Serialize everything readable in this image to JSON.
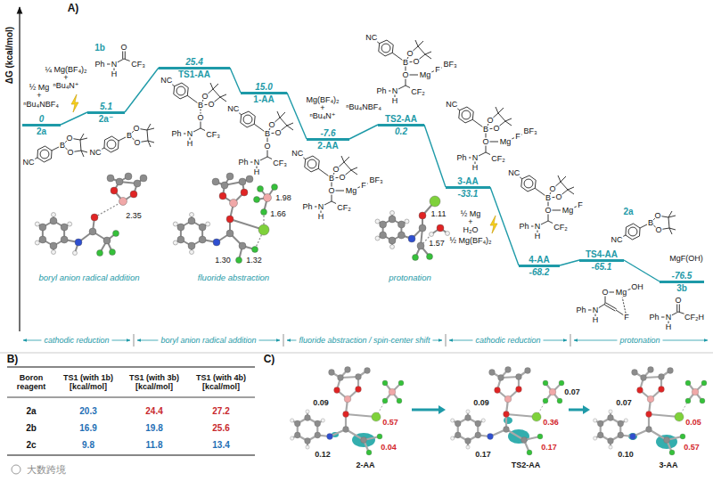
{
  "diagram": {
    "nodes": [
      {
        "text": [
          "0",
          "2a"
        ]
      },
      {
        "text": [
          "5.1",
          "2a⁻"
        ]
      },
      {
        "text": [
          "25.4",
          "TS1-AA"
        ]
      },
      {
        "text": [
          "15.0",
          "1-AA"
        ]
      },
      {
        "text": [
          "-7.6",
          "2-AA"
        ]
      },
      {
        "text": [
          "0.2",
          "TS2-AA"
        ]
      },
      {
        "text": [
          "-33.1",
          "3-AA"
        ]
      },
      {
        "text": [
          "-68.2",
          "4-AA"
        ]
      },
      {
        "text": [
          "-65.1",
          "TS4-AA"
        ]
      },
      {
        "text": [
          "-76.5",
          "3b"
        ]
      }
    ],
    "edges": [
      {
        "from": 0,
        "to": 1,
        "arrow": "none"
      },
      {
        "from": 1,
        "to": 2,
        "arrow": "none"
      },
      {
        "from": 2,
        "to": 3,
        "arrow": "none"
      },
      {
        "from": 3,
        "to": 4,
        "arrow": "none"
      },
      {
        "from": 4,
        "to": 5,
        "arrow": "none"
      },
      {
        "from": 5,
        "to": 6,
        "arrow": "none"
      },
      {
        "from": 6,
        "to": 7,
        "arrow": "none"
      },
      {
        "from": 7,
        "to": 8,
        "arrow": "none"
      },
      {
        "from": 8,
        "to": 9,
        "arrow": "none"
      }
    ],
    "labels": [
      "A)",
      "ΔG (kcal/mol)",
      "½ Mg",
      "+",
      "ⁿBu₄NBF₄",
      "¼ Mg(BF₄)₂",
      "+",
      "ⁿBu₄N⁺",
      "1b",
      "Ph",
      "N",
      "H",
      "O",
      "CF₃",
      "NC",
      "B",
      "O",
      "O",
      "NC",
      "B",
      "O",
      "O",
      "NC",
      "B",
      "O",
      "O",
      "O",
      "Ph",
      "N",
      "H",
      "CF₃",
      "NC",
      "B",
      "O",
      "O",
      "O",
      "Ph",
      "N",
      "H",
      "CF₃",
      "Mg(BF₄)₂",
      "+",
      "ⁿBu₄N⁺",
      "ⁿBu₄NBF₄",
      "NC",
      "B",
      "O",
      "O",
      "O",
      "Ph",
      "N",
      "H",
      "CF₂",
      "Mg",
      "F",
      "BF₃",
      "NC",
      "B",
      "O",
      "O",
      "O",
      "Ph",
      "N",
      "H",
      "CF₂",
      "Mg",
      "F",
      "BF₃",
      "NC",
      "B",
      "O",
      "O",
      "O",
      "Ph",
      "N",
      "H",
      "CF₂",
      "Mg",
      "F",
      "BF₃",
      "½ Mg",
      "+",
      "H₂O",
      "½ Mg(BF₄)₂",
      "NC",
      "B",
      "O",
      "O",
      "O",
      "Ph",
      "N",
      "H",
      "CF₂",
      "Mg",
      "F",
      "2a",
      "NC",
      "B",
      "O",
      "O",
      "MgF(OH)",
      "Ph",
      "N",
      "H",
      "O",
      "Mg",
      "OH",
      "F",
      "Ph",
      "N",
      "H",
      "O",
      "CF₂H",
      "2.35",
      "1.98",
      "1.66",
      "1.30",
      "1.32",
      "1.57",
      "1.11",
      "boryl anion radical addition",
      "fluoride abstraction",
      "protonation",
      "cathodic reduction",
      "boryl anion radical addition",
      "fluoride abstraction / spin-center shift",
      "cathodic reduction",
      "protonation",
      "B)",
      "Boron reagent",
      "TS1 (with 1b) [kcal/mol]",
      "TS1 (with 3b) [kcal/mol]",
      "TS1 (with 4b) [kcal/mol]",
      "2a",
      "20.3",
      "24.4",
      "27.2",
      "2b",
      "16.9",
      "19.8",
      "25.6",
      "2c",
      "9.8",
      "11.8",
      "13.4",
      "C)",
      "0.57",
      "0.04",
      "0.09",
      "0.12",
      "2-AA",
      "0.36",
      "0.07",
      "0.09",
      "0.17",
      "0.17",
      "TS2-AA",
      "0.07",
      "0.05",
      "0.57",
      "0.10",
      "3-AA",
      "大数跨境"
    ]
  }
}
